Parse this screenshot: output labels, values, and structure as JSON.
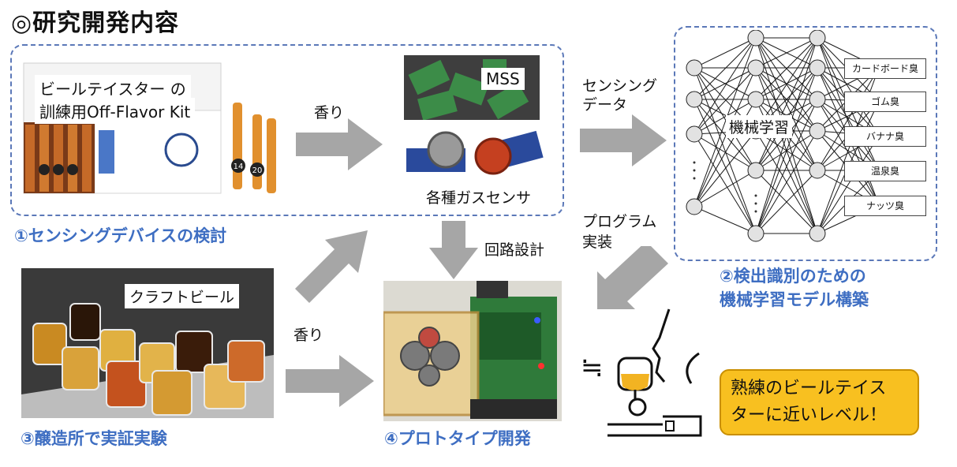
{
  "title": "◎研究開発内容",
  "kit": {
    "line1": "ビールテイスター の",
    "line2": "訓練用Off-Flavor Kit",
    "vial1": "14",
    "vial2": "20"
  },
  "aroma1": "香り",
  "mss": "MSS",
  "gas_sensors": "各種ガスセンサ",
  "sensing_data": {
    "line1": "センシング",
    "line2": "データ"
  },
  "ml_label": "機械学習",
  "outputs": [
    "カードボード臭",
    "ゴム臭",
    "バナナ臭",
    "温泉臭",
    "ナッツ臭"
  ],
  "caption1": "①センシングデバイスの検討",
  "program": {
    "line1": "プログラム",
    "line2": "実装"
  },
  "circuit": "回路設計",
  "caption2": {
    "line1": "②検出識別のための",
    "line2": "機械学習モデル構築"
  },
  "craft_beer": "クラフトビール",
  "aroma2": "香り",
  "approx": "≒",
  "conclusion": {
    "line1": "熟練のビールテイス",
    "line2": "ターに近いレベル！"
  },
  "caption3": "③醸造所で実証実験",
  "caption4": "④プロトタイプ開発",
  "colors": {
    "accent": "#3e6ec2",
    "arrow": "#a6a6a6",
    "dash": "#5b78b8",
    "conclusion_bg": "#f8c020"
  }
}
